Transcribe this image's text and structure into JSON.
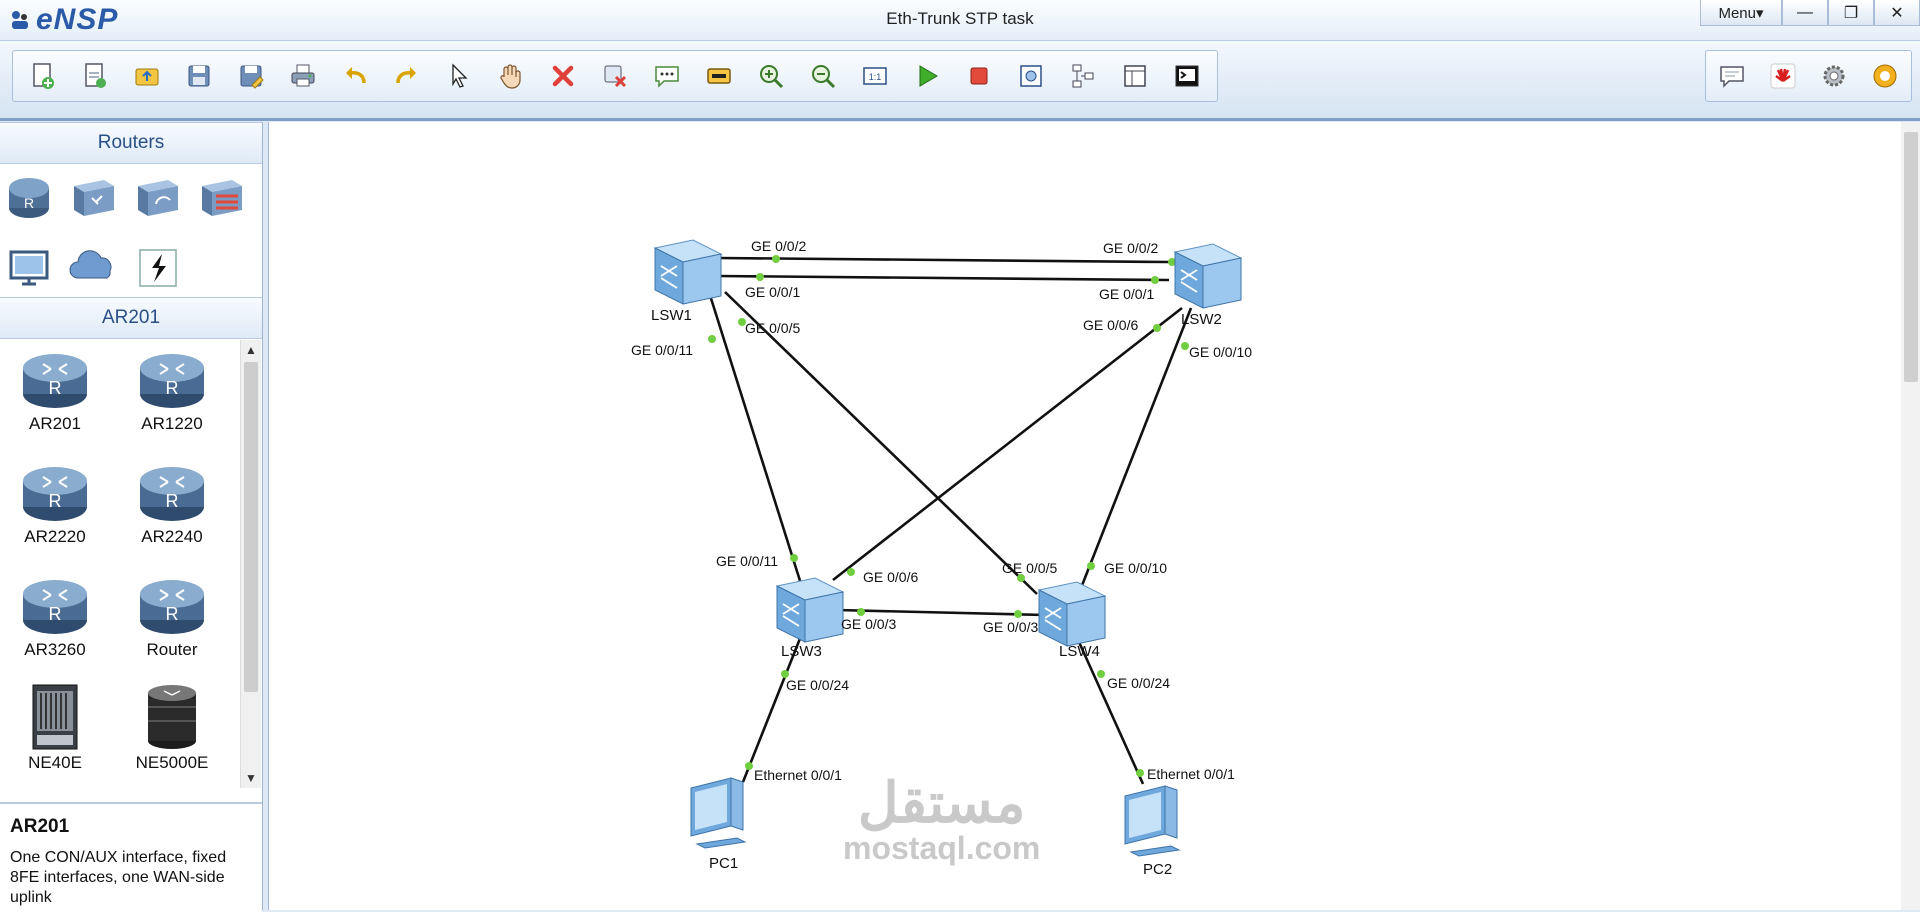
{
  "window": {
    "app_name": "eNSP",
    "title": "Eth-Trunk STP task",
    "menu_label": "Menu▾",
    "minimize_glyph": "—",
    "restore_glyph": "❐",
    "close_glyph": "✕"
  },
  "toolbar": {
    "main_tools": [
      "new-topology",
      "new-example",
      "open",
      "save",
      "save-as",
      "print",
      "undo",
      "redo",
      "select",
      "pan",
      "delete",
      "delete-link",
      "text-note",
      "draw-shape",
      "zoom-in",
      "zoom-out",
      "fit-view",
      "start-device",
      "stop-device",
      "capture",
      "topology-view",
      "palette",
      "console"
    ],
    "right_tools": [
      "chat",
      "huawei-logo",
      "settings",
      "help"
    ]
  },
  "left_panel": {
    "routers_header": "Routers",
    "device_header": "AR201",
    "categories": [
      "router",
      "switch",
      "wireless",
      "firewall",
      "pc",
      "cloud",
      "connection"
    ],
    "devices": [
      {
        "label": "AR201",
        "kind": "router"
      },
      {
        "label": "AR1220",
        "kind": "router"
      },
      {
        "label": "AR2220",
        "kind": "router"
      },
      {
        "label": "AR2240",
        "kind": "router"
      },
      {
        "label": "AR3260",
        "kind": "router"
      },
      {
        "label": "Router",
        "kind": "router"
      },
      {
        "label": "NE40E",
        "kind": "chassis"
      },
      {
        "label": "NE5000E",
        "kind": "cylinder"
      }
    ],
    "description": {
      "title": "AR201",
      "text": "One CON/AUX interface, fixed 8FE interfaces, one WAN-side uplink"
    }
  },
  "topology": {
    "nodes": {
      "lsw1": "LSW1",
      "lsw2": "LSW2",
      "lsw3": "LSW3",
      "lsw4": "LSW4",
      "pc1": "PC1",
      "pc2": "PC2"
    },
    "ports": {
      "lsw1_ge002": "GE 0/0/2",
      "lsw1_ge001": "GE 0/0/1",
      "lsw1_ge005": "GE 0/0/5",
      "lsw1_ge0011": "GE 0/0/11",
      "lsw2_ge002": "GE 0/0/2",
      "lsw2_ge001": "GE 0/0/1",
      "lsw2_ge006": "GE 0/0/6",
      "lsw2_ge0010": "GE 0/0/10",
      "lsw3_ge0011": "GE 0/0/11",
      "lsw3_ge006": "GE 0/0/6",
      "lsw3_ge003": "GE 0/0/3",
      "lsw3_ge0024": "GE 0/0/24",
      "lsw4_ge005": "GE 0/0/5",
      "lsw4_ge0010": "GE 0/0/10",
      "lsw4_ge003": "GE 0/0/3",
      "lsw4_ge0024": "GE 0/0/24",
      "pc1_eth": "Ethernet 0/0/1",
      "pc2_eth": "Ethernet 0/0/1"
    },
    "link_color": "#111111",
    "port_dot_color": "#6fcf3f"
  },
  "watermark": {
    "arabic": "مستقل",
    "latin": "mostaql.com"
  }
}
